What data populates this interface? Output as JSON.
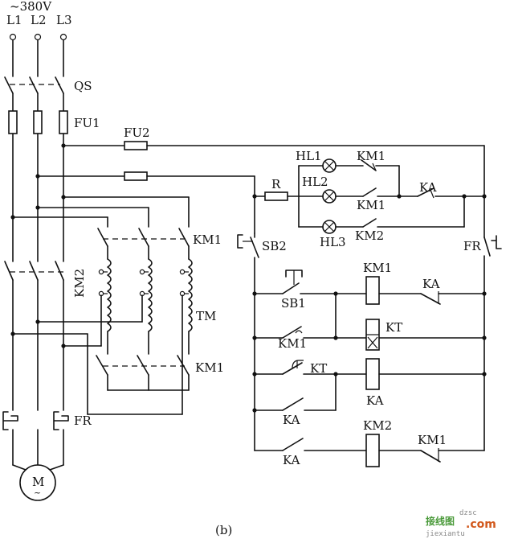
{
  "labels": {
    "supply": "~380V",
    "l1": "L1",
    "l2": "L2",
    "l3": "L3",
    "qs": "QS",
    "fu1": "FU1",
    "fu2": "FU2",
    "km2_main": "KM2",
    "km1_top": "KM1",
    "tm": "TM",
    "km1_bottom": "KM1",
    "fr_main": "FR",
    "motor": "M",
    "motor_sub": "~",
    "hl1": "HL1",
    "hl2": "HL2",
    "hl3": "HL3",
    "km1_hl1": "KM1",
    "km1_hl2": "KM1",
    "km2_hl3": "KM2",
    "r": "R",
    "ka_r": "KA",
    "sb2": "SB2",
    "fr_ctrl": "FR",
    "sb1": "SB1",
    "km1_coil": "KM1",
    "ka_row1": "KA",
    "km1_aux": "KM1",
    "kt_coil": "KT",
    "kt_contact": "KT",
    "ka_coil": "KA",
    "ka_row4": "KA",
    "km2_coil": "KM2",
    "ka_row5": "KA",
    "km1_row5": "KM1",
    "caption": "(b)"
  },
  "watermark": {
    "site_cn": "接线图",
    "brand": ".com",
    "url_top": "dzsc",
    "url_bottom": "jiexiantu"
  }
}
